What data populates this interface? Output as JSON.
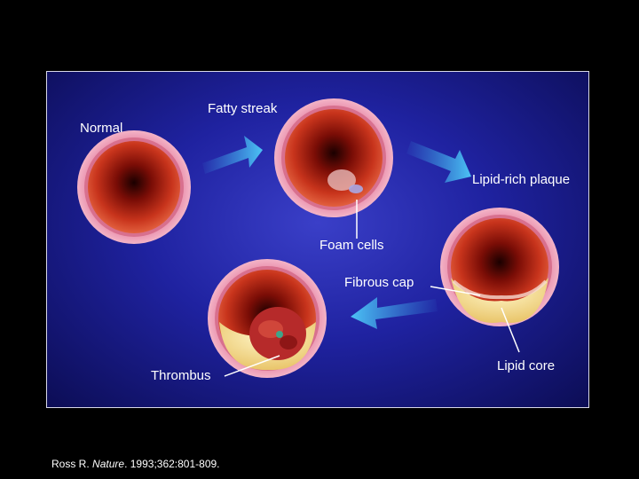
{
  "stages": {
    "normal": "Normal",
    "fatty_streak": "Fatty streak",
    "lipid_rich_plaque": "Lipid-rich plaque",
    "foam_cells": "Foam cells",
    "fibrous_cap": "Fibrous cap",
    "lipid_core": "Lipid core",
    "thrombus": "Thrombus"
  },
  "citation": {
    "author": "Ross R.",
    "journal": "Nature",
    "details": "1993;362:801-809."
  }
}
